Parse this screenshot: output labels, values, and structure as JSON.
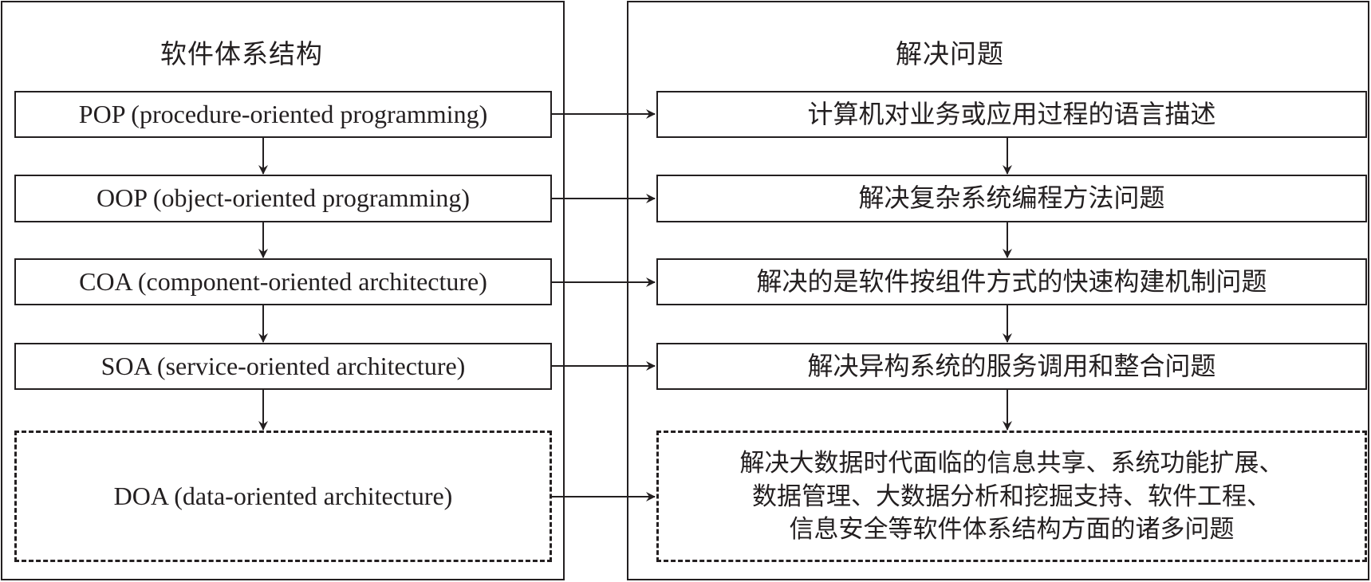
{
  "left": {
    "title": "软件体系结构",
    "items": [
      {
        "label": "POP (procedure-oriented programming)",
        "dashed": false
      },
      {
        "label": "OOP (object-oriented programming)",
        "dashed": false
      },
      {
        "label": "COA (component-oriented architecture)",
        "dashed": false
      },
      {
        "label": "SOA (service-oriented architecture)",
        "dashed": false
      },
      {
        "label": "DOA (data-oriented architecture)",
        "dashed": true
      }
    ]
  },
  "right": {
    "title": "解决问题",
    "items": [
      {
        "label": "计算机对业务或应用过程的语言描述",
        "dashed": false
      },
      {
        "label": "解决复杂系统编程方法问题",
        "dashed": false
      },
      {
        "label": "解决的是软件按组件方式的快速构建机制问题",
        "dashed": false
      },
      {
        "label": "解决异构系统的服务调用和整合问题",
        "dashed": false
      },
      {
        "label": "解决大数据时代面临的信息共享、系统功能扩展、\n数据管理、大数据分析和挖掘支持、软件工程、\n信息安全等软件体系结构方面的诸多问题",
        "dashed": true
      }
    ]
  },
  "colors": {
    "stroke": "#231f20",
    "background": "#ffffff"
  }
}
